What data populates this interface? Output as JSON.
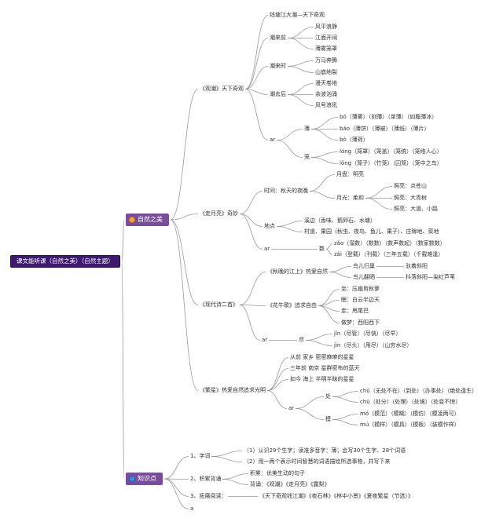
{
  "colors": {
    "root_bg": "#3d1a6e",
    "category_bg": "#7a4c9c",
    "edge": "#9a9a9a",
    "text": "#333333"
  },
  "root": "课文能听课（自然之美）（自然主题）",
  "categories": {
    "nature": {
      "label": "自然之美",
      "icon": "medal-icon"
    },
    "knowledge": {
      "label": "知识点",
      "icon": "globe-icon"
    }
  },
  "nodes": {
    "guanchao": "《观潮》天下奇观",
    "qiantang": "钱塘江大潮—天下奇观",
    "chao_qian": "潮来前",
    "fengping": "风平浪静",
    "jiangmian": "江面开阔",
    "bowu": "薄雾笼罩",
    "chao_shi": "潮来时",
    "wanma": "万马奔腾",
    "shanbeng": "山崩地裂",
    "chao_hou": "潮去后",
    "mantian": "漫天卷地",
    "yubo": "余波汹涌",
    "fenghao": "风号浪吼",
    "ar1": "ar",
    "bao": "薄",
    "bao_bo1": "bó（薄雾）（刻薄）（单薄）（如履薄冰）",
    "bao_bao": "báo（薄饼）（薄被）（薄纸）（薄片）",
    "bao_bo2": "bò（薄荷）",
    "long": "笼",
    "long_1": "lóng（笼罩）（笼盖）（笼统）（笼络人心）",
    "long_2": "lǒng（笼子）（竹笼）（囚笼）（笼中之鸟）",
    "zouyue": "《走月亮》奇妙",
    "shijian": "时间：秋天的夜晚",
    "yuepan": "月盘：明亮",
    "yueguang": "月光：柔和",
    "zhaoliang_1": "照亮：点苍山",
    "zhaoliang_2": "照亮：大青树",
    "zhaoliang_3": "照亮：大道、小路",
    "didian": "地点",
    "xibian": "溪边（香味、鹅卵石、水塘）",
    "cundao": "村道、果园（秋虫、夜鸟、鱼儿、果子）、庄稼地、菜地",
    "ar2": "ar",
    "shu": "数",
    "shu_1": "zǎo（溜数）（数数）（数声数起）（数家数数）",
    "shu_2": "zǎi（登载）（刊载）（三年五载）（千载难逢）",
    "xiandai": "《现代诗二首》",
    "qiuwan": "《秋晚的江上》热爱自然",
    "niaoer": "鸟儿归巢",
    "niao_bo": "鸟儿翻晒",
    "zuzhe": "驮着斜阳",
    "doulu": "抖落斜阳—染红芦苇",
    "huaniu": "《花牛歌》追求自由",
    "zuo": "坐：压扁剪秋萝",
    "shui": "眠：白云半边天",
    "zou": "走：甩尾巴",
    "zuomeng": "做梦：西阳西下",
    "ar3": "ar",
    "jin": "尽",
    "jin_1": "jǐn（尽管）（尽快）（尽早）",
    "jin_2": "jìn（尽头）（用尽）（山穷水尽）",
    "fanxing": "《繁星》热爱自然追求光明",
    "fanxing_1": "从前 家乡 密密麻麻的星星",
    "fanxing_2": "三年前 南京 星群密布的蓝天",
    "fanxing_3": "如今 海上 半明半昧的星星",
    "ar4": "ar",
    "chu": "处",
    "chu_1": "chǔ（无处不在）（到处）（办事处）（绝处逢生）",
    "chu_2": "chù（处分）（处理）（处境）（处变不惊）",
    "mo": "模",
    "mo_1": "mó（模范）（模糊）（模仿）（模凌两可）",
    "mo_2": "mú（模样）（模具）（模板）（装模作样）",
    "zici": "1、字词",
    "zici_1": "（1）认识29个生字；读准多音字：薄；会写30个生字、28个词语",
    "zici_2": "（2）用一两个表示时间智慧的词语描绘所选事物，并写下来",
    "jilei": "2、积累背诵",
    "jilei_1": "积累：优美生动的句子",
    "beisong": "背诵：《观潮》《走月亮》《露梨》",
    "tuozhan": "3、拓展阅读：",
    "tuozhan_1": "《天下奇观钱江潮》《夜石林》《林中小景》《夏夜繁星（节选）》",
    "a_leaf": "a"
  }
}
